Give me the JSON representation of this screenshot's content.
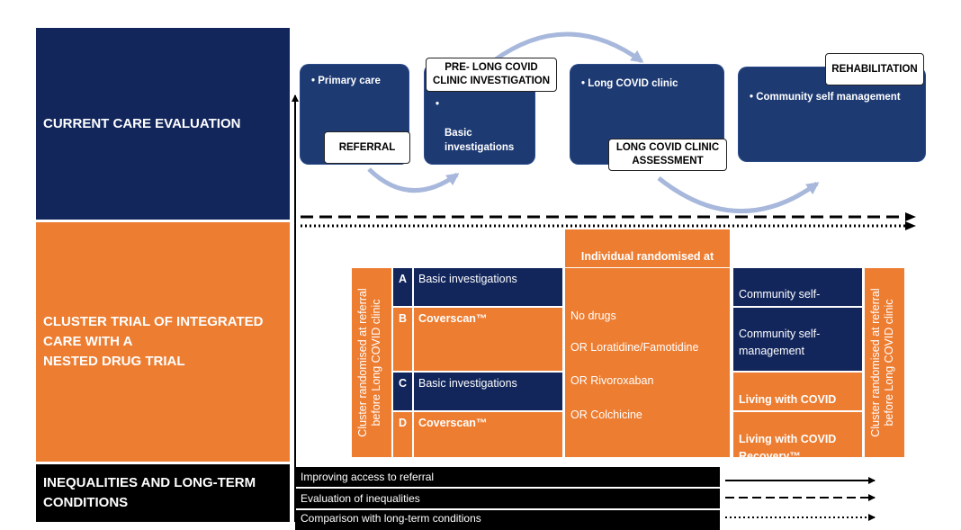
{
  "bands": {
    "current": "CURRENT CARE EVALUATION",
    "cluster": "CLUSTER TRIAL OF INTEGRATED\nCARE WITH A\nNESTED DRUG TRIAL",
    "inequalities": "INEQUALITIES AND LONG-TERM\nCONDITIONS"
  },
  "pathway": {
    "primary_care": "• Primary care",
    "referral": "REFERRAL",
    "pre_investigation": "PRE- LONG COVID\nCLINIC INVESTIGATION",
    "basic_investigations_bullet": "•",
    "basic_investigations": "Basic\ninvestigations",
    "long_covid_clinic": "• Long COVID clinic",
    "clinic_assessment": "LONG COVID CLINIC\nASSESSMENT",
    "rehabilitation": "REHABILITATION",
    "community_self_management": "• Community self management"
  },
  "trial": {
    "left_vertical": "Cluster randomised at referral\nbefore Long COVID clinic",
    "right_vertical": "Cluster randomised at referral\nbefore Long COVID clinic",
    "individual_header": "Individual randomised at\nLong COVID clinic",
    "arms": [
      {
        "letter": "A",
        "label": "Basic investigations"
      },
      {
        "letter": "B",
        "label": "Coverscan™"
      },
      {
        "letter": "C",
        "label": "Basic investigations"
      },
      {
        "letter": "D",
        "label": "Coverscan™"
      }
    ],
    "drugs": [
      "No drugs",
      "OR Loratidine/Famotidine",
      "OR Rivoroxaban",
      "OR Colchicine"
    ],
    "outcomes": [
      "Community self-\nmanagement",
      "Community self-\nmanagement",
      "Living with COVID\nRecovery™",
      "Living with COVID\nRecovery™"
    ]
  },
  "bars": [
    "Improving access to referral",
    "Evaluation of inequalities",
    "Comparison with long-term conditions"
  ],
  "colors": {
    "navy": "#12265c",
    "card_blue": "#1d3a73",
    "orange": "#ed7d31",
    "arrow_light_blue": "#a7b8dc",
    "black": "#000000"
  }
}
